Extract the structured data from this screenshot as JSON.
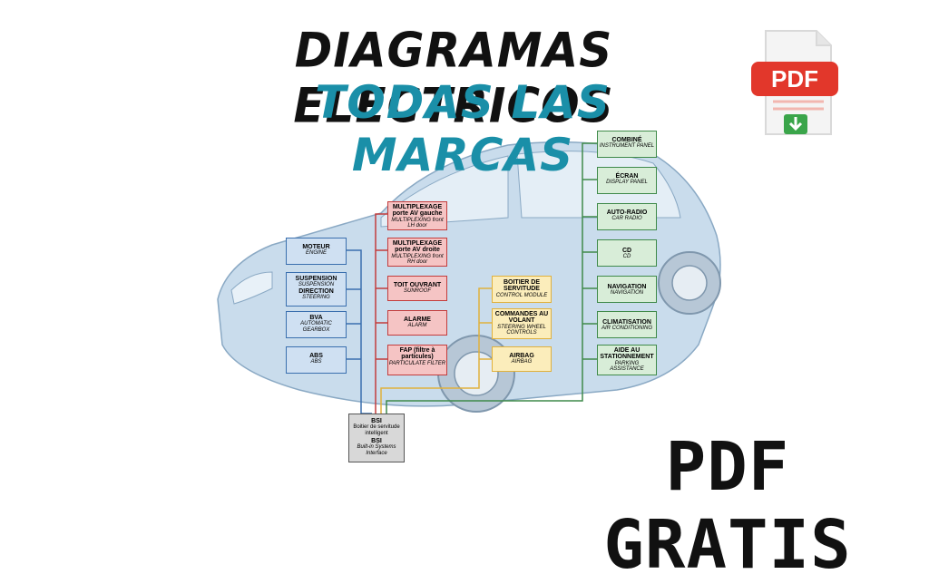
{
  "header": {
    "line1": "DIAGRAMAS ELECTRICOS",
    "line2": "TODAS LAS MARCAS"
  },
  "pdf_badge": {
    "label": "PDF",
    "icon": "download-arrow-icon",
    "badge_color": "#e2372b",
    "arrow_color": "#3aa54a"
  },
  "footer": {
    "label": "PDF GRATIS"
  },
  "colors": {
    "title_accent": "#1a8fa8",
    "blue": "#3a6fae",
    "red": "#c33c3c",
    "yellow": "#e0b13c",
    "green": "#3f8a4a",
    "gray": "#555555"
  },
  "diagram": {
    "hub": {
      "t1": "BSI",
      "t2": "Boitier de servitude intelligent",
      "s1": "BSI",
      "s2": "Built-in Systems Interface"
    },
    "blue": [
      {
        "t": "MOTEUR",
        "s": "ENGINE"
      },
      {
        "t": "SUSPENSION",
        "s": "SUSPENSION",
        "t2": "DIRECTION",
        "s2": "STEERING"
      },
      {
        "t": "BVA",
        "s": "AUTOMATIC GEARBOX"
      },
      {
        "t": "ABS",
        "s": "ABS"
      }
    ],
    "red": [
      {
        "t": "MULTIPLEXAGE porte AV gauche",
        "s": "MULTIPLEXING front LH door"
      },
      {
        "t": "MULTIPLEXAGE porte AV droite",
        "s": "MULTIPLEXING front RH door"
      },
      {
        "t": "TOIT OUVRANT",
        "s": "SUNROOF"
      },
      {
        "t": "ALARME",
        "s": "ALARM"
      },
      {
        "t": "FAP (filtre à particules)",
        "s": "PARTICULATE FILTER"
      }
    ],
    "yellow": [
      {
        "t": "BOITIER DE SERVITUDE",
        "s": "CONTROL MODULE"
      },
      {
        "t": "COMMANDES AU VOLANT",
        "s": "STEERING WHEEL CONTROLS"
      },
      {
        "t": "AIRBAG",
        "s": "AIRBAG"
      }
    ],
    "green": [
      {
        "t": "COMBINÉ",
        "s": "INSTRUMENT PANEL"
      },
      {
        "t": "ÉCRAN",
        "s": "DISPLAY PANEL"
      },
      {
        "t": "AUTO-RADIO",
        "s": "CAR RADIO"
      },
      {
        "t": "CD",
        "s": "CD"
      },
      {
        "t": "NAVIGATION",
        "s": "NAVIGATION"
      },
      {
        "t": "CLIMATISATION",
        "s": "AIR CONDITIONING"
      },
      {
        "t": "AIDE AU STATIONNEMENT",
        "s": "PARKING ASSISTANCE"
      }
    ]
  }
}
